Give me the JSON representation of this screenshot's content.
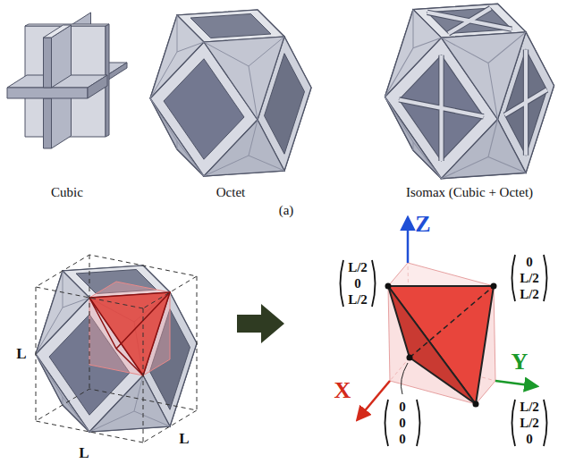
{
  "diagram": {
    "labels": [
      "Cubic",
      "Octet",
      "Isomax (Cubic + Octet)",
      "(a)",
      "L",
      "L",
      "L",
      "Z",
      "Y",
      "X",
      "L/2 0 L/2",
      "0 L/2 L/2",
      "0 0 0",
      "L/2 L/2 0"
    ]
  }
}
